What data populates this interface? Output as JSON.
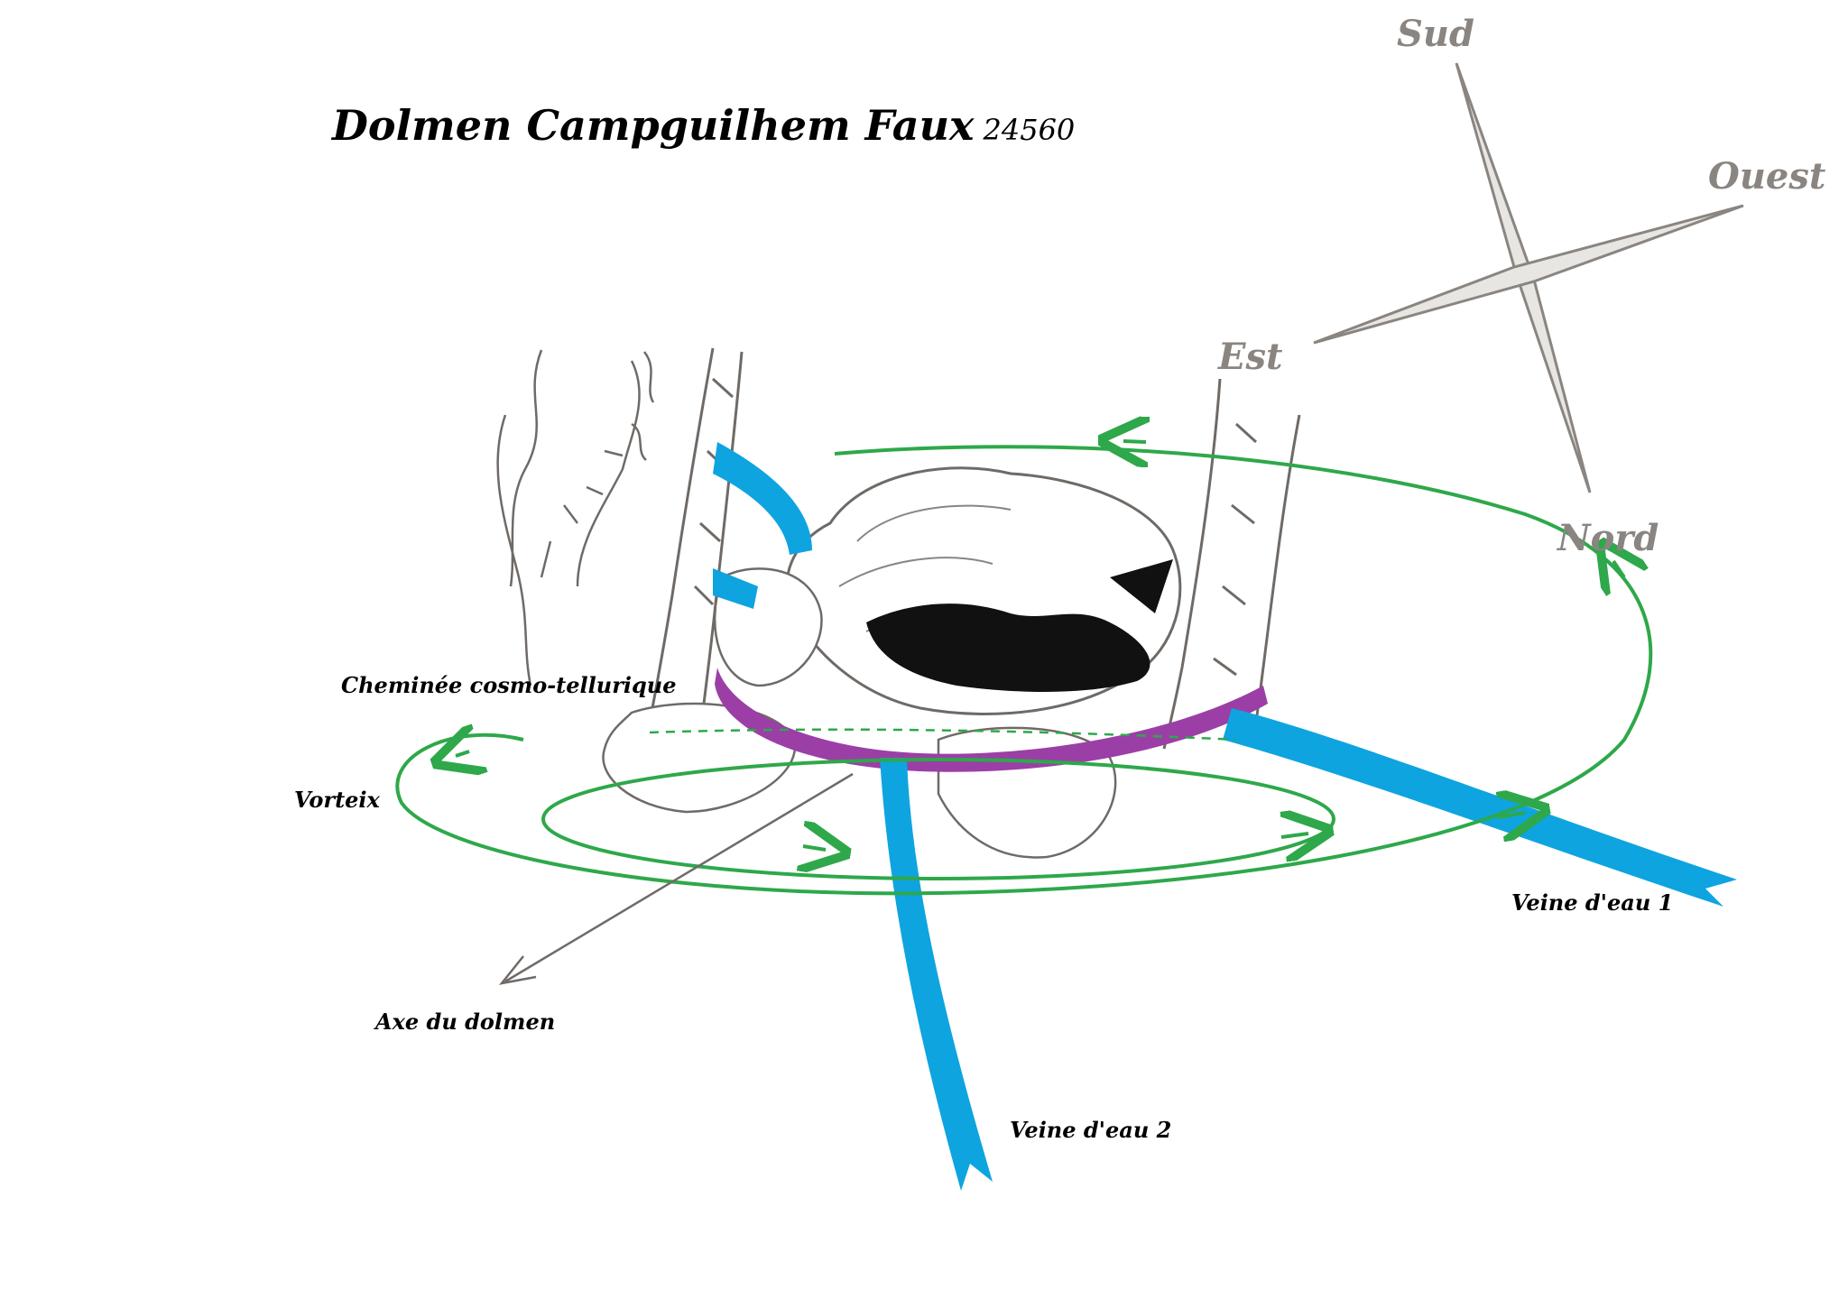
{
  "title": {
    "text": "Dolmen Campguilhem Faux",
    "postcode": "24560"
  },
  "compass": {
    "south": "Sud",
    "west": "Ouest",
    "east": "Est",
    "north": "Nord"
  },
  "labels": {
    "chimney": "Cheminée cosmo-tellurique",
    "vortex": "Vorteix",
    "axis": "Axe du dolmen",
    "vein1": "Veine d'eau 1",
    "vein2": "Veine d'eau 2"
  },
  "colors": {
    "water_vein": "#0ea4e0",
    "vortex_ring": "#2ea84a",
    "chimney_base": "#9b3fa6",
    "compass": "#8a8580",
    "sketch": "#6f6a66",
    "ink": "#000000"
  },
  "icons": {
    "compass": "compass-rose-icon",
    "arrow": "direction-arrow-icon"
  }
}
